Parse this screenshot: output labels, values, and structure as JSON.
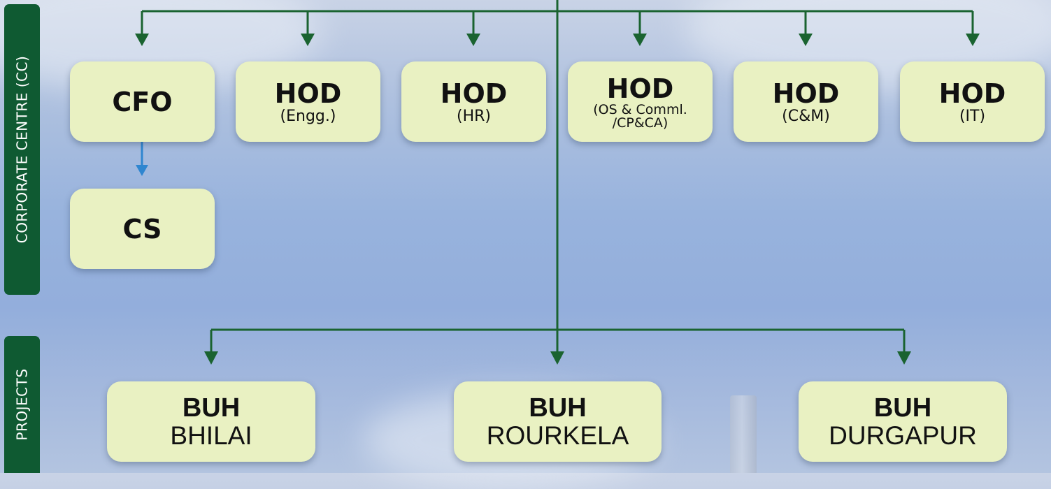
{
  "sections": {
    "corporate": "CORPORATE CENTRE (CC)",
    "projects": "PROJECTS"
  },
  "cc_nodes": [
    {
      "title": "CFO",
      "sub": ""
    },
    {
      "title": "HOD",
      "sub": "(Engg.)"
    },
    {
      "title": "HOD",
      "sub": "(HR)"
    },
    {
      "title": "HOD",
      "sub_lines": [
        "(OS & Comml.",
        "/CP&CA)"
      ]
    },
    {
      "title": "HOD",
      "sub": "(C&M)"
    },
    {
      "title": "HOD",
      "sub": "(IT)"
    }
  ],
  "cs_node": {
    "title": "CS"
  },
  "project_nodes": [
    {
      "title": "BUH",
      "sub": "BHILAI"
    },
    {
      "title": "BUH",
      "sub": "ROURKELA"
    },
    {
      "title": "BUH",
      "sub": "DURGAPUR"
    }
  ],
  "colors": {
    "connector": "#1a6330",
    "cs_link": "#2f86d0",
    "box_fill": "#e9f1c2",
    "tab_fill": "#0f5a32"
  }
}
